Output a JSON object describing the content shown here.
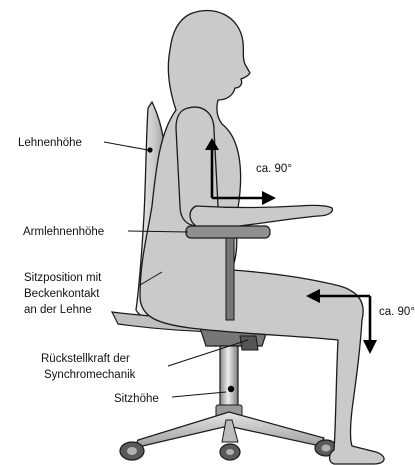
{
  "colors": {
    "body_fill": "#c9cacc",
    "body_stroke": "#1a1a1a",
    "chair_light": "#dcdcdc",
    "chair_mid": "#9a9a9a",
    "chair_dark": "#555555",
    "arrow": "#000000"
  },
  "labels": {
    "lehnenhoehe": "Lehnenhöhe",
    "armlehnenhoehe": "Armlehnenhöhe",
    "sitzposition_1": "Sitzposition mit",
    "sitzposition_2": "Beckenkontakt",
    "sitzposition_3": "an der Lehne",
    "rueckstell_1": "Rückstellkraft der",
    "rueckstell_2": "Synchromechanik",
    "sitzhoehe": "Sitzhöhe",
    "angle_arm": "ca. 90°",
    "angle_knee": "ca. 90°"
  }
}
